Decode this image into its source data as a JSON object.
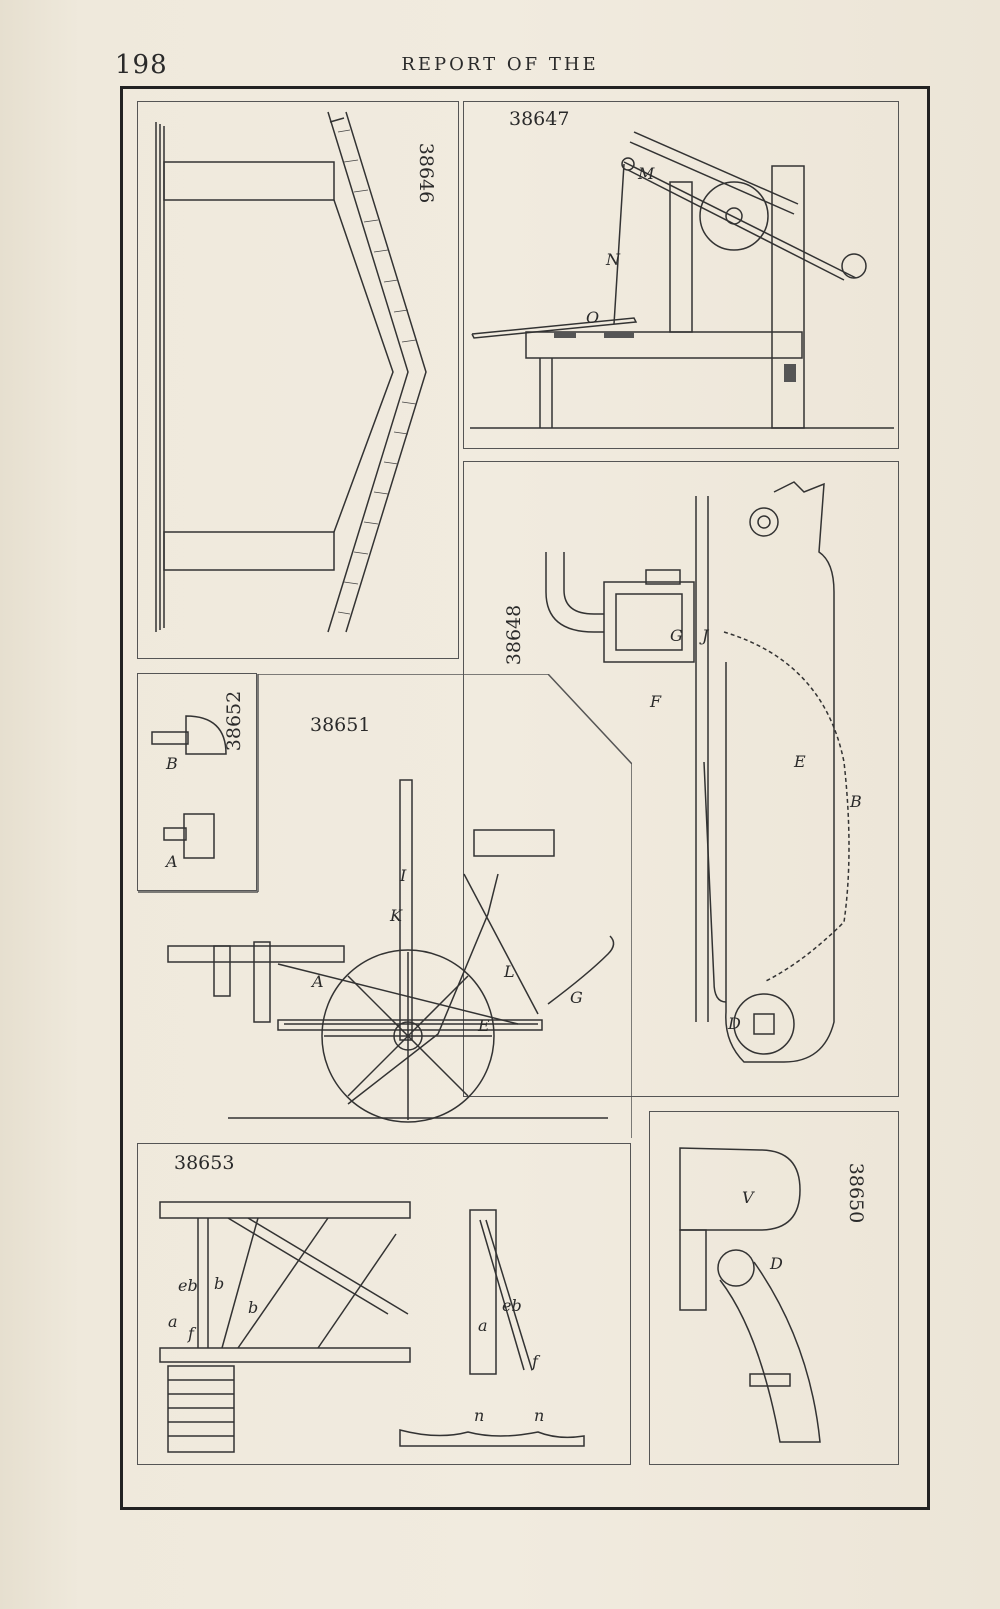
{
  "header": {
    "page_number": "198",
    "running_title": "REPORT OF THE"
  },
  "figures": [
    {
      "number": "38646"
    },
    {
      "number": "38647",
      "labels": [
        "M",
        "N",
        "O"
      ]
    },
    {
      "number": "38648",
      "labels": [
        "F",
        "G",
        "J",
        "E",
        "B",
        "D"
      ]
    },
    {
      "number": "38652",
      "labels": [
        "B",
        "A"
      ]
    },
    {
      "number": "38651",
      "labels": [
        "I",
        "K",
        "A",
        "L",
        "G",
        "E"
      ]
    },
    {
      "number": "38653",
      "labels": [
        "eb",
        "b",
        "b",
        "a",
        "f",
        "eb",
        "a",
        "f",
        "n",
        "n"
      ]
    },
    {
      "number": "38650",
      "labels": [
        "V",
        "D"
      ]
    }
  ]
}
